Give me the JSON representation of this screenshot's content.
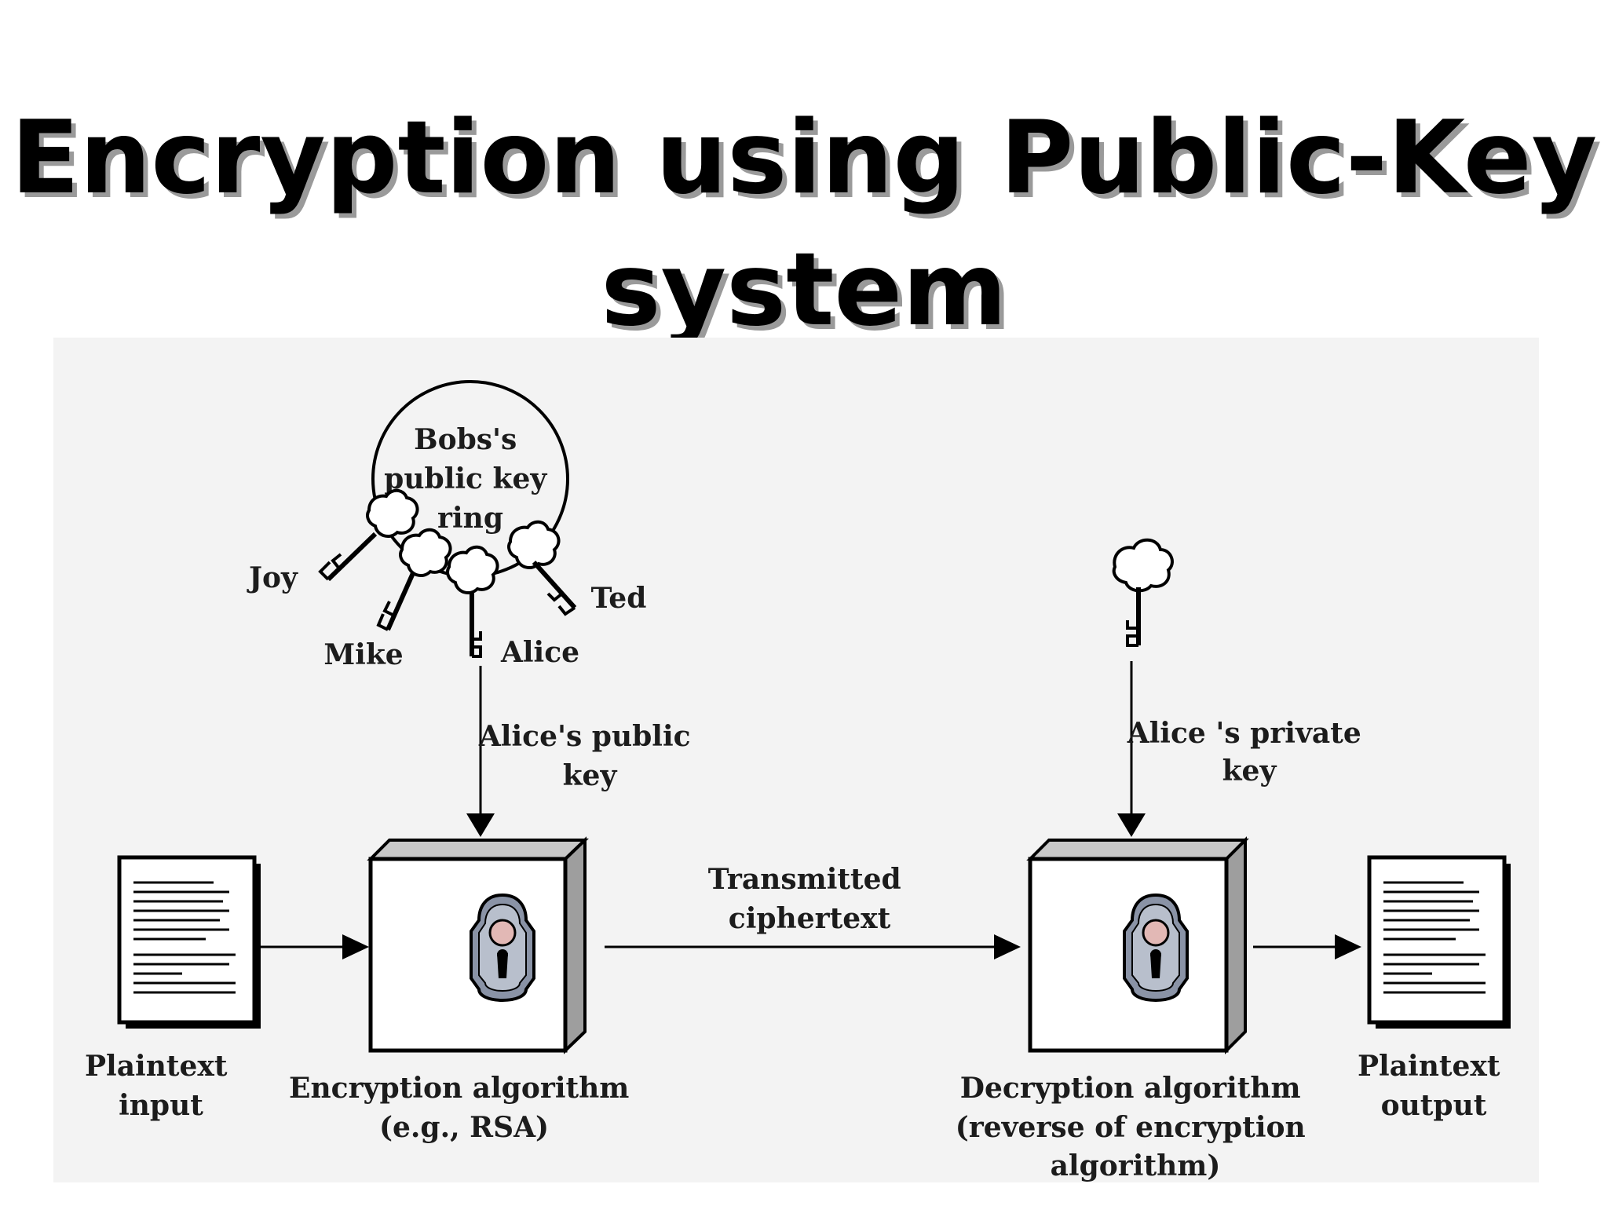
{
  "title": {
    "line1": "Encryption using Public-Key",
    "line2": "system"
  },
  "diagram": {
    "key_ring": {
      "label_lines": [
        "Bobs's",
        "public key",
        "ring"
      ],
      "keys": [
        "Joy",
        "Mike",
        "Alice",
        "Ted"
      ]
    },
    "public_key_label": [
      "Alice's public",
      "key"
    ],
    "private_key_label": [
      "Alice 's private",
      "key"
    ],
    "transmitted_label": [
      "Transmitted",
      "ciphertext"
    ],
    "plaintext_input_label": [
      "Plaintext",
      "input"
    ],
    "encryption_label": [
      "Encryption algorithm",
      "(e.g., RSA)"
    ],
    "decryption_label": [
      "Decryption algorithm",
      "(reverse of encryption",
      "algorithm)"
    ],
    "plaintext_output_label": [
      "Plaintext",
      "output"
    ]
  }
}
